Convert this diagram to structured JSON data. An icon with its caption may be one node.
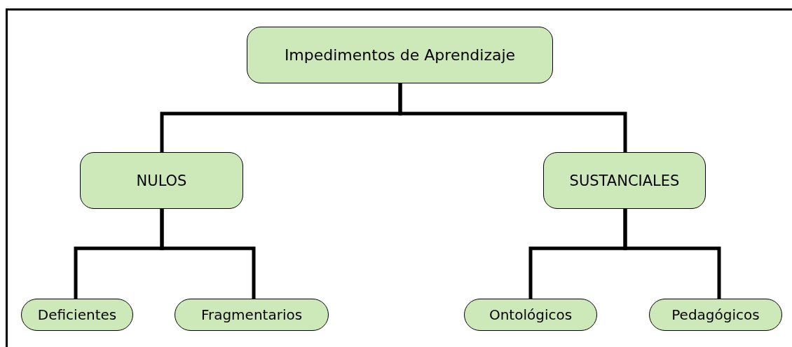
{
  "diagram": {
    "nodes": [
      {
        "text": [
          "Impedimentos de Aprendizaje"
        ]
      },
      {
        "text": [
          "NULOS"
        ]
      },
      {
        "text": [
          "SUSTANCIALES"
        ]
      },
      {
        "text": [
          "Deficientes"
        ]
      },
      {
        "text": [
          "Fragmentarios"
        ]
      },
      {
        "text": [
          "Ontológicos"
        ]
      },
      {
        "text": [
          "Pedagógicos"
        ]
      }
    ],
    "edges": [
      {
        "from": 0,
        "to": 1,
        "arrow": "none"
      },
      {
        "from": 0,
        "to": 2,
        "arrow": "none"
      },
      {
        "from": 1,
        "to": 3,
        "arrow": "none"
      },
      {
        "from": 1,
        "to": 4,
        "arrow": "none"
      },
      {
        "from": 2,
        "to": 5,
        "arrow": "none"
      },
      {
        "from": 2,
        "to": 6,
        "arrow": "none"
      }
    ]
  }
}
